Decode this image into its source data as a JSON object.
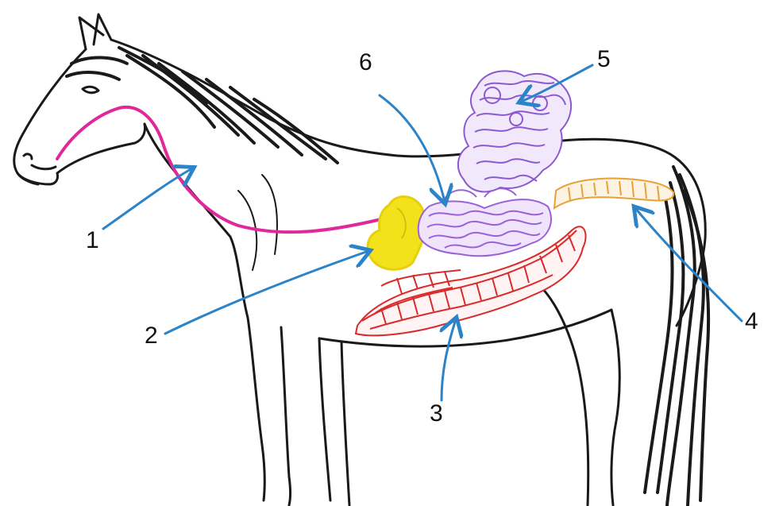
{
  "colors": {
    "outline": "#1a1a1a",
    "esophagus": "#e0289a",
    "stomach": "#f3e21a",
    "small_intestine": "#9a62d6",
    "large_colon": "#d92b2b",
    "small_colon": "#e8a135",
    "arrow": "#2b83c8"
  },
  "icons": [
    "horse-outline",
    "esophagus",
    "stomach",
    "small-intestine",
    "large-colon",
    "small-colon",
    "cecum"
  ],
  "labels": [
    {
      "id": "1",
      "text": "1"
    },
    {
      "id": "2",
      "text": "2"
    },
    {
      "id": "3",
      "text": "3"
    },
    {
      "id": "4",
      "text": "4"
    },
    {
      "id": "5",
      "text": "5"
    },
    {
      "id": "6",
      "text": "6"
    }
  ]
}
